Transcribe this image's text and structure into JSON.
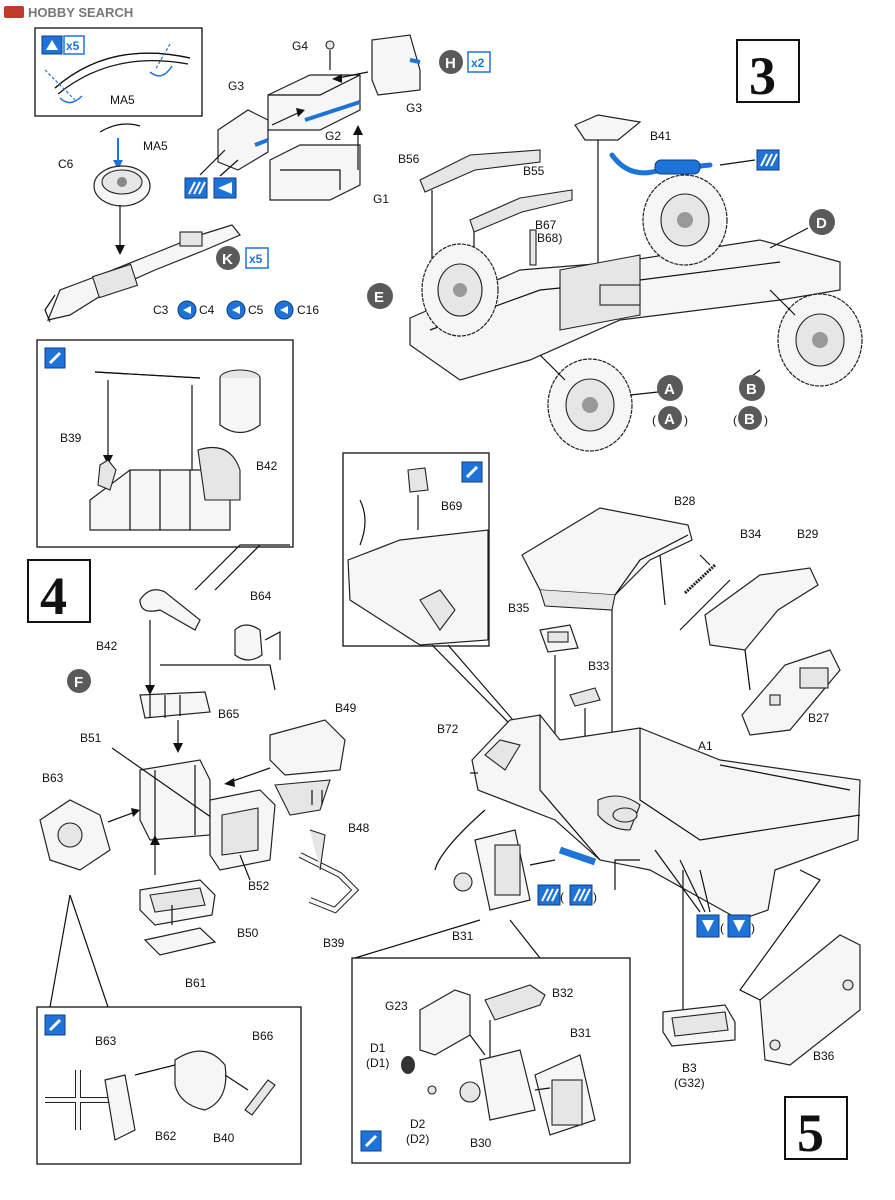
{
  "watermark": "HOBBY SEARCH",
  "steps": {
    "three": "3",
    "four": "4",
    "five": "5"
  },
  "labels": {
    "MA5_a": "MA5",
    "MA5_b": "MA5",
    "C6": "C6",
    "C3": "C3",
    "C4": "C4",
    "C5": "C5",
    "C16": "C16",
    "G4": "G4",
    "G3_a": "G3",
    "G3_b": "G3",
    "G2": "G2",
    "G1": "G1",
    "B56": "B56",
    "B55": "B55",
    "B41": "B41",
    "B67": "B67",
    "B68": "(B68)",
    "B39_a": "B39",
    "B42_a": "B42",
    "B42_b": "B42",
    "B64": "B64",
    "B65": "B65",
    "B49": "B49",
    "B51": "B51",
    "B63_a": "B63",
    "B48": "B48",
    "B52": "B52",
    "B50": "B50",
    "B39_b": "B39",
    "B61": "B61",
    "B63_b": "B63",
    "B66": "B66",
    "B62": "B62",
    "B40": "B40",
    "B69": "B69",
    "B28": "B28",
    "B34": "B34",
    "B29": "B29",
    "B35": "B35",
    "B33": "B33",
    "B27": "B27",
    "B72": "B72",
    "A1": "A1",
    "B31_a": "B31",
    "B31_b": "B31",
    "B32": "B32",
    "G23": "G23",
    "D1": "D1",
    "D1p": "(D1)",
    "D2": "D2",
    "D2p": "(D2)",
    "B30": "B30",
    "B3": "B3",
    "G32": "(G32)",
    "B36": "B36"
  },
  "badges": {
    "x5a": "x5",
    "x2": "x2",
    "x5b": "x5"
  },
  "markers": {
    "H": "H",
    "K": "K",
    "D": "D",
    "E": "E",
    "F": "F",
    "A": "A",
    "Ap": "A",
    "B": "B",
    "Bp": "B"
  },
  "icons": [
    "flip-icon",
    "paint-icon",
    "cement-icon",
    "glue-icon",
    "drill-icon",
    "cut-icon"
  ]
}
